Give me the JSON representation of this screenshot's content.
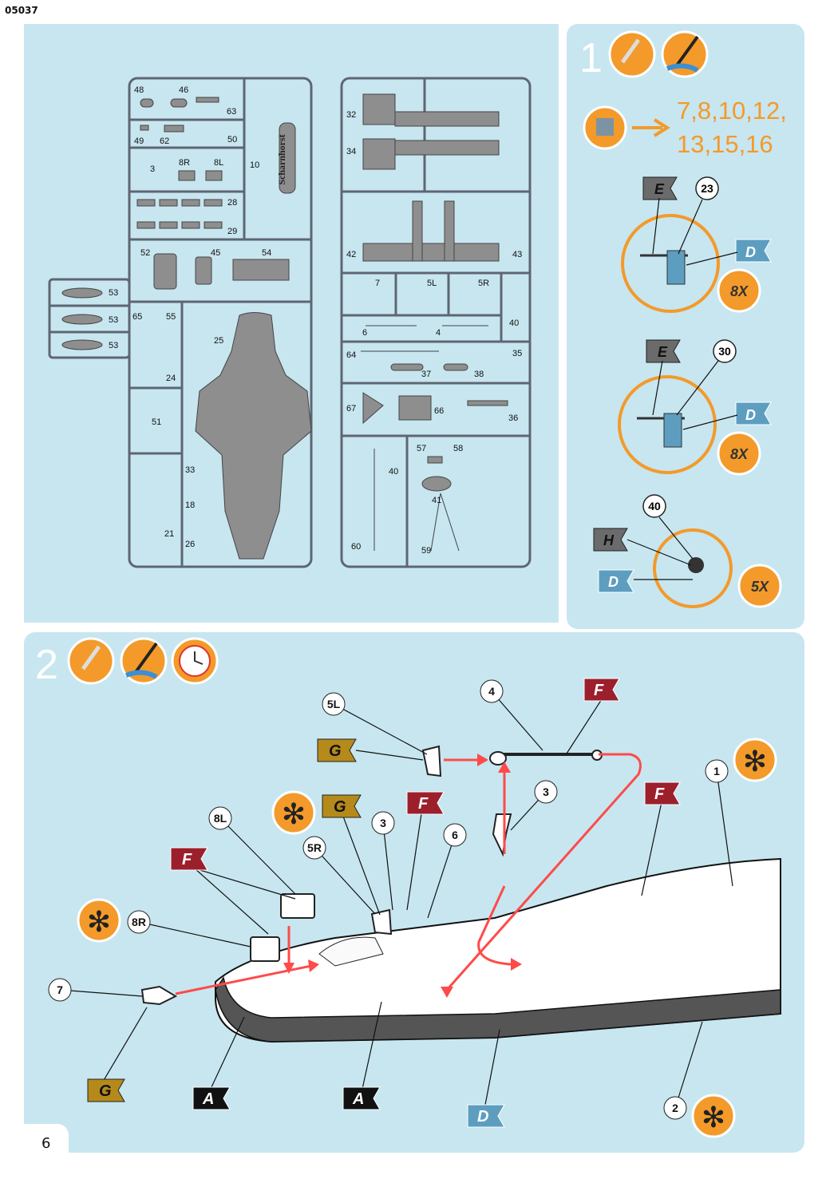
{
  "header": {
    "product_code": "05037"
  },
  "page_number": "6",
  "sprue": {
    "brand_text": "Scharnhorst",
    "part_numbers": [
      "48",
      "46",
      "63",
      "49",
      "62",
      "50",
      "10",
      "3",
      "8R",
      "8L",
      "28",
      "29",
      "52",
      "45",
      "54",
      "53",
      "53",
      "53",
      "65",
      "55",
      "25",
      "24",
      "51",
      "33",
      "18",
      "21",
      "26",
      "32",
      "34",
      "42",
      "43",
      "7",
      "5L",
      "5R",
      "6",
      "4",
      "40",
      "64",
      "35",
      "37",
      "38",
      "67",
      "66",
      "36",
      "57",
      "58",
      "40",
      "41",
      "60",
      "59"
    ]
  },
  "step1": {
    "number": "1",
    "icons": [
      "glue-tube-icon",
      "paint-brush-icon"
    ],
    "parts_list": "7,8,10,12,\n13,15,16",
    "details": [
      {
        "part": "23",
        "colors": [
          "E",
          "D"
        ],
        "qty": "8X"
      },
      {
        "part": "30",
        "colors": [
          "E",
          "D"
        ],
        "qty": "8X"
      },
      {
        "part": "40",
        "colors": [
          "H",
          "D"
        ],
        "qty": "5X"
      }
    ]
  },
  "step2": {
    "number": "2",
    "icons": [
      "glue-tube-icon",
      "paint-brush-icon",
      "clock-icon"
    ],
    "callouts": [
      "5L",
      "4",
      "3",
      "1",
      "8L",
      "5R",
      "3",
      "6",
      "8R",
      "7",
      "2"
    ],
    "color_flags": [
      "G",
      "F",
      "G",
      "F",
      "F",
      "F",
      "G",
      "A",
      "A",
      "D"
    ]
  },
  "colors": {
    "panel": "#c7e6f0",
    "orange": "#f39a2a",
    "flag_gray": "#6b6b6b",
    "flag_red": "#9c1f2c",
    "flag_gold": "#b58a1a",
    "flag_blue": "#5d9ec0",
    "flag_black": "#111111",
    "arrow_red": "#ff4a4a"
  }
}
